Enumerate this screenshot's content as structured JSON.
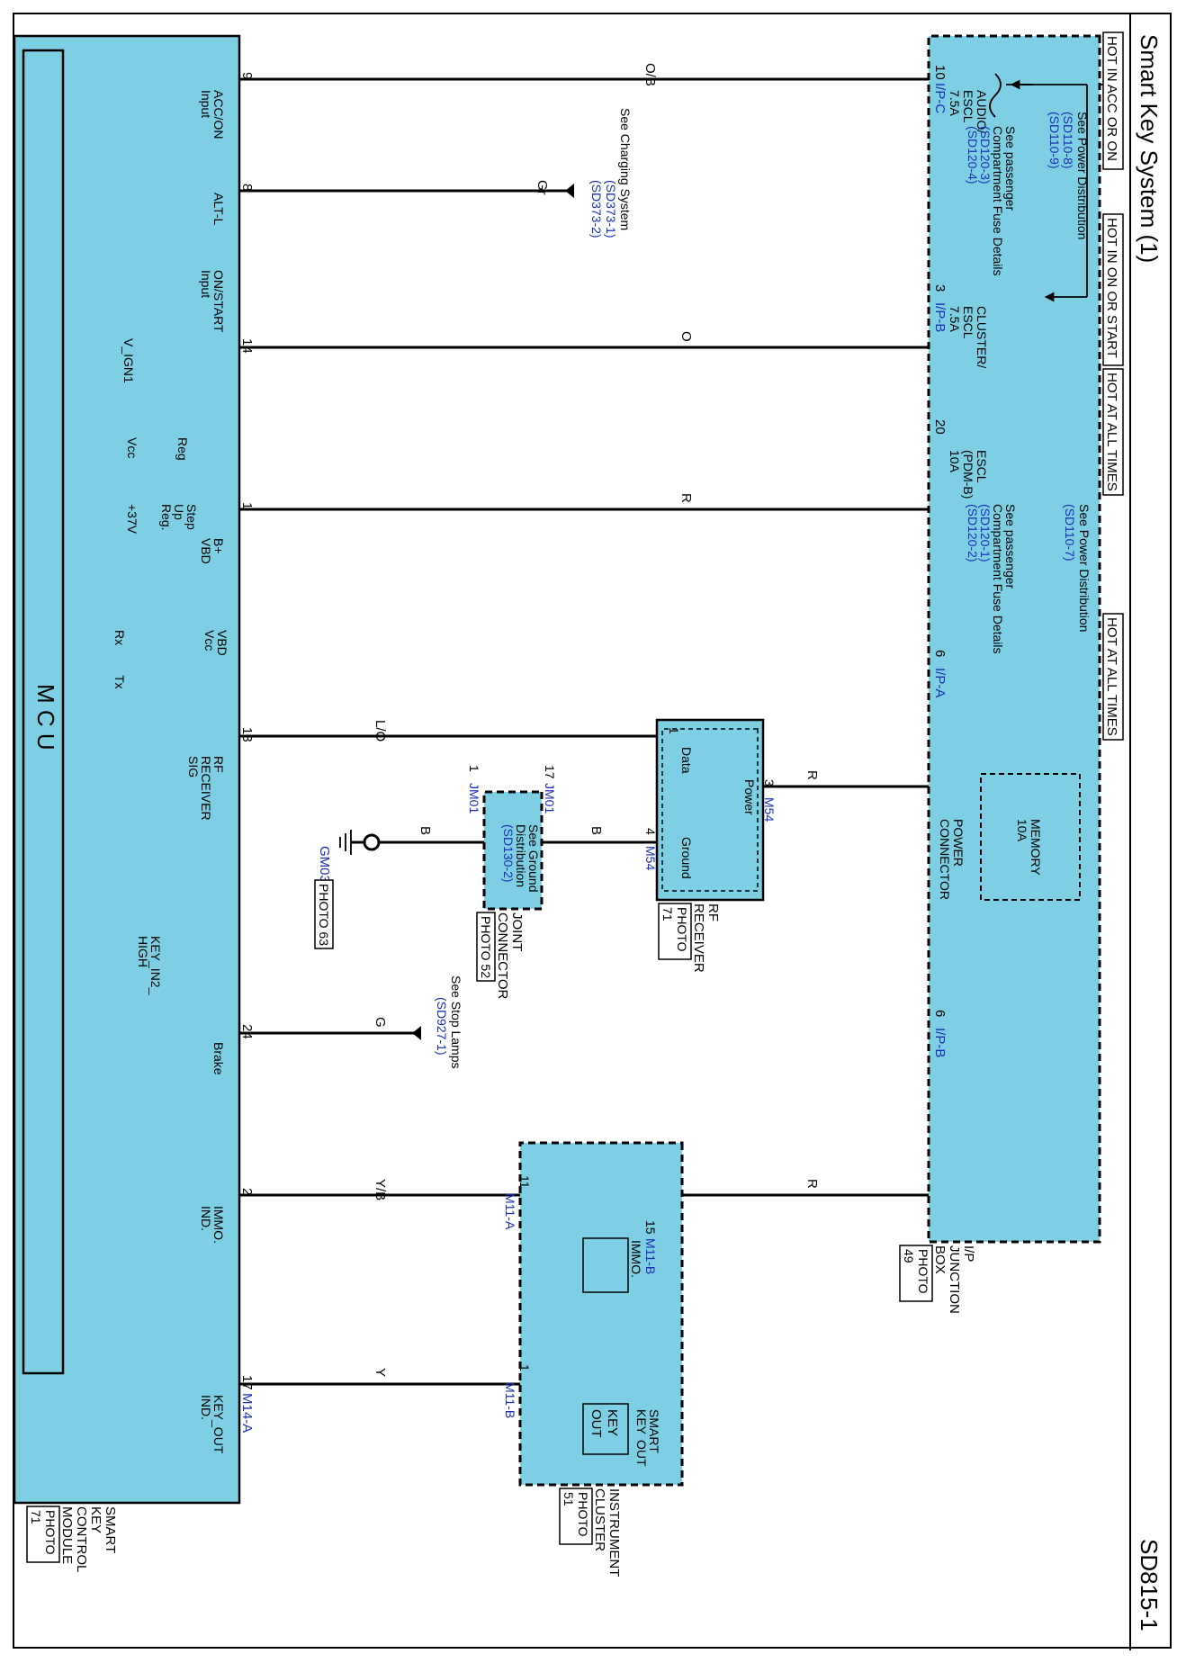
{
  "header": {
    "title": "Smart Key System (1)",
    "page_code": "SD815-1"
  },
  "hot_labels": [
    "HOT IN ACC OR ON",
    "HOT IN ON OR START",
    "HOT AT ALL TIMES",
    "HOT AT ALL TIMES"
  ],
  "ip_junction_box": {
    "label_lines": [
      "I/P",
      "JUNCTION",
      "BOX"
    ],
    "photo": "PHOTO",
    "photo_num": "49",
    "fuses": [
      {
        "name": [
          "AUDIO/",
          "ESCL",
          "7.5A"
        ]
      },
      {
        "name": [
          "CLUSTER/",
          "ESCL",
          "7.5A"
        ]
      },
      {
        "name": [
          "ESCL",
          "(PDM-B)",
          "10A"
        ]
      },
      {
        "name": [
          "MEMORY",
          "10A"
        ]
      }
    ],
    "see_power_1": "See Power Distribution",
    "see_power_1_refs": [
      "(SD110-8)",
      "(SD110-9)"
    ],
    "see_power_2": "See Power Distribution",
    "see_power_2_refs": [
      "(SD110-7)"
    ],
    "see_pass_1": [
      "See passenger",
      "Compartment Fuse Details"
    ],
    "see_pass_1_refs": [
      "(SD120-3)",
      "(SD120-4)"
    ],
    "see_pass_2": [
      "See passenger",
      "Compartment Fuse Details"
    ],
    "see_pass_2_refs": [
      "(SD120-1)",
      "(SD120-2)"
    ],
    "power_connector": [
      "POWER",
      "CONNECTOR"
    ],
    "pins": [
      {
        "num": "10",
        "conn": "I/P-C"
      },
      {
        "num": "3",
        "conn": "I/P-B"
      },
      {
        "num": "20",
        "conn": ""
      },
      {
        "num": "6",
        "conn": "I/P-A"
      },
      {
        "num": "6",
        "conn": "I/P-B"
      }
    ]
  },
  "wires": [
    {
      "color": "O/B"
    },
    {
      "color": "Gr"
    },
    {
      "color": "O"
    },
    {
      "color": "R"
    },
    {
      "color": "L/O"
    },
    {
      "color": "R"
    },
    {
      "color": "B"
    },
    {
      "color": "B"
    },
    {
      "color": "G"
    },
    {
      "color": "R"
    },
    {
      "color": "Y/B"
    },
    {
      "color": "Y"
    }
  ],
  "charging": {
    "text": "See Charging System",
    "refs": [
      "(SD373-1)",
      "(SD373-2)"
    ]
  },
  "stop_lamps": {
    "text": "See Stop Lamps",
    "refs": [
      "(SD927-1)"
    ]
  },
  "rf_receiver": {
    "label_lines": [
      "RF",
      "RECEIVER"
    ],
    "photo": "PHOTO",
    "photo_num": "71",
    "data": "Data",
    "power": "Power",
    "ground": "Ground",
    "pins": [
      {
        "num": "1"
      },
      {
        "num": "3",
        "conn": "M54"
      },
      {
        "num": "4",
        "conn": "M54"
      }
    ]
  },
  "joint_connector": {
    "label_lines": [
      "JOINT",
      "CONNECTOR"
    ],
    "photo": "PHOTO 52",
    "see": [
      "See Ground",
      "Distribution"
    ],
    "ref": "(SD130-2)",
    "pins": [
      {
        "num": "17",
        "conn": "JM01"
      },
      {
        "num": "1",
        "conn": "JM01"
      }
    ]
  },
  "ground": {
    "name": "GM03",
    "photo": "PHOTO 63"
  },
  "instrument_cluster": {
    "label_lines": [
      "INSTRUMENT",
      "CLUSTER"
    ],
    "photo": "PHOTO",
    "photo_num": "51",
    "immo_label": "IMMO.",
    "smart_key_out": [
      "SMART",
      "KEY",
      "OUT"
    ],
    "key_out_icon": [
      "KEY",
      "OUT"
    ],
    "pins": [
      {
        "num": "15",
        "conn": "M11-B"
      },
      {
        "num": "11",
        "conn": "M11-A"
      },
      {
        "num": "1",
        "conn": "M11-B"
      }
    ]
  },
  "smart_key_module": {
    "label_lines": [
      "SMART",
      "KEY",
      "CONTROL",
      "MODULE"
    ],
    "photo": "PHOTO",
    "photo_num": "71",
    "mcu": "M C U",
    "pins": [
      "9",
      "8",
      "14",
      "1",
      "13",
      "24",
      "2",
      "17"
    ],
    "pin_conn_last": "M14-A",
    "labels": {
      "acc_on": [
        "ACC/ON",
        "Input"
      ],
      "alt_l": "ALT-L",
      "on_start": [
        "ON/START",
        "Input"
      ],
      "v_ign1": "V_IGN1",
      "reg": "Reg",
      "vcc": "Vcc",
      "step_up": [
        "Step",
        "Up",
        "Reg."
      ],
      "v37": "+37V",
      "b_plus": "B+",
      "vbd1": "VBD",
      "vbd2": "VBD",
      "vcc2": "Vcc",
      "rx": "Rx",
      "tx": "Tx",
      "rf_sig": [
        "RF",
        "RECEIVER",
        "SIG"
      ],
      "key_in2": [
        "KEY_IN2_",
        "HIGH"
      ],
      "brake": "Brake",
      "immo_ind": [
        "IMMO.",
        "IND."
      ],
      "key_out_ind": [
        "KEY_OUT",
        "IND."
      ]
    }
  }
}
